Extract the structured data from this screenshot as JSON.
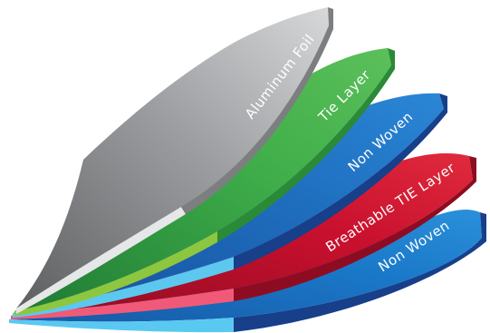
{
  "layers": [
    {
      "label": "Aluminum Foil",
      "top": "#a9aaac",
      "side": "#e6e7e8",
      "edge": "#7d7e80"
    },
    {
      "label": "Tie Layer",
      "top": "#3fae4a",
      "side": "#8dc63f",
      "edge": "#2a8a37"
    },
    {
      "label": "Non Woven",
      "top": "#1f6fbf",
      "side": "#5cc8f0",
      "edge": "#173f8a"
    },
    {
      "label": "Breathable TIE Layer",
      "top": "#c8102e",
      "side": "#f05a78",
      "edge": "#8e0c22"
    },
    {
      "label": "Non Woven",
      "top": "#1a78c8",
      "side": "#5ac9f2",
      "edge": "#173f8a"
    }
  ]
}
